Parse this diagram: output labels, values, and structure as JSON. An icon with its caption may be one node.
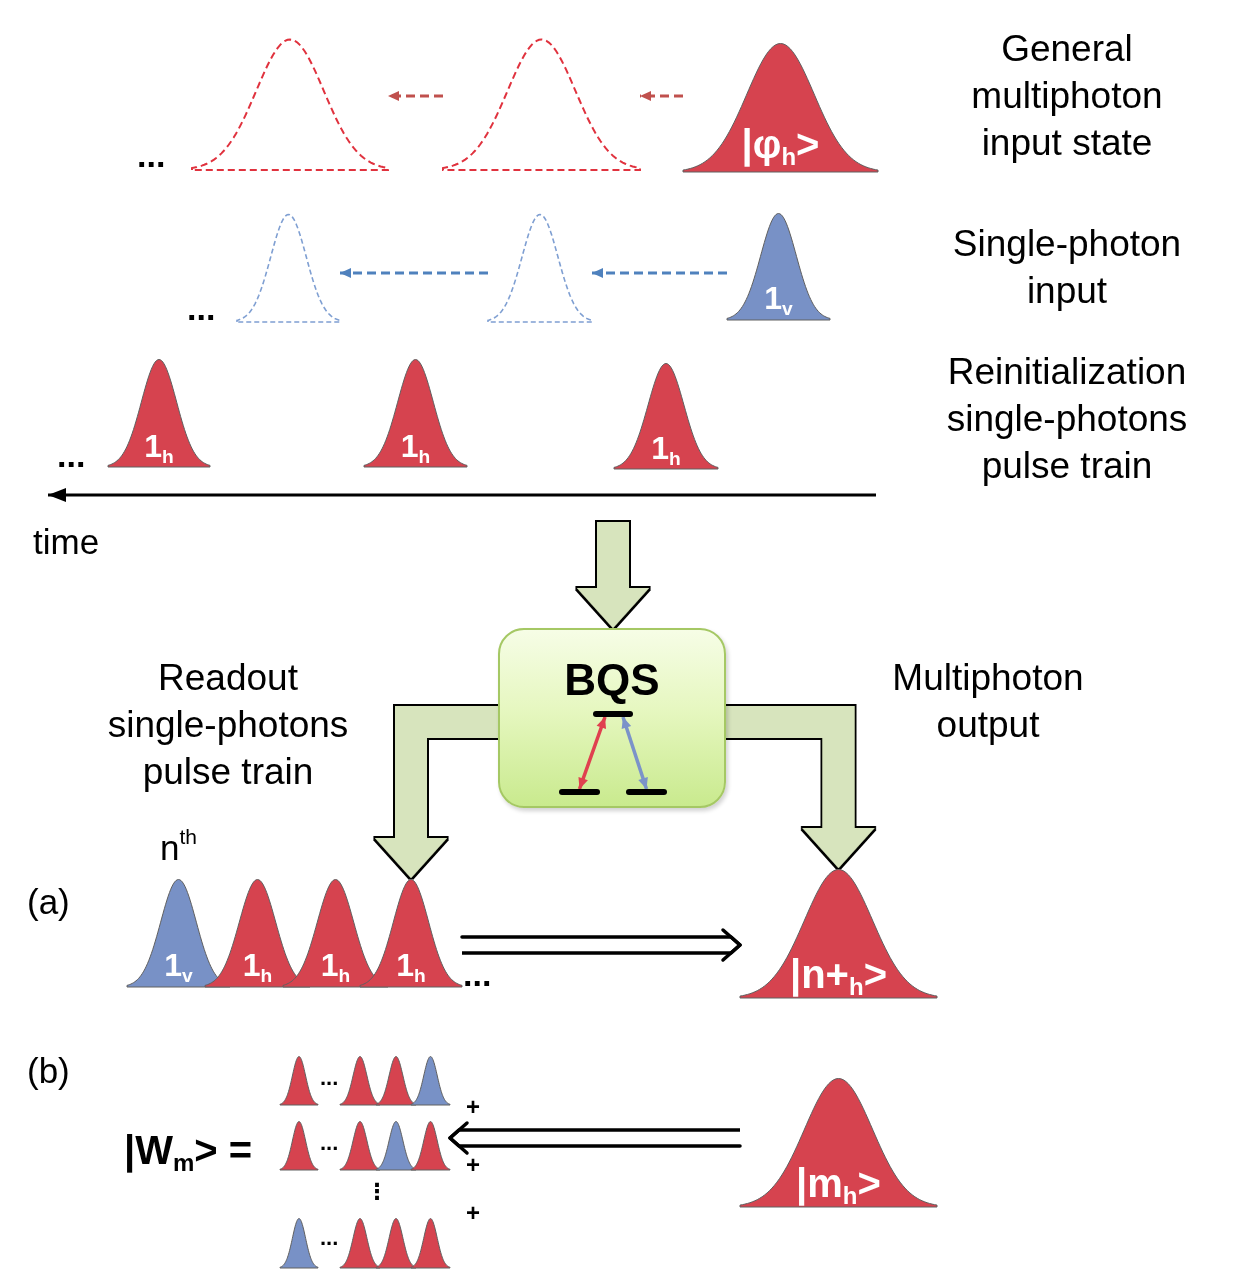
{
  "diagram": {
    "nodes": [
      {
        "text": [],
        "shape": "pulse"
      },
      {
        "text": [],
        "shape": "pulse"
      },
      {
        "text": [
          "|φ$_{h}$>"
        ]
      },
      {
        "text": [],
        "shape": "pulse"
      },
      {
        "text": [],
        "shape": "pulse"
      },
      {
        "text": [
          "1$_{v}$"
        ]
      },
      {
        "text": [
          "1$_{h}$"
        ]
      },
      {
        "text": [
          "1$_{h}$"
        ]
      },
      {
        "text": [
          "1$_{h}$"
        ]
      },
      {
        "text": [
          "BQS"
        ]
      },
      {
        "text": [],
        "shape": "bar",
        "in": 9
      },
      {
        "text": [],
        "shape": "bar",
        "in": 9
      },
      {
        "text": [],
        "shape": "bar",
        "in": 9
      },
      {
        "text": [
          "1$_{v}$"
        ],
        "beside": [
          "n$^{th}$"
        ]
      },
      {
        "text": [
          "1$_{h}$"
        ]
      },
      {
        "text": [
          "1$_{h}$"
        ]
      },
      {
        "text": [
          "1$_{h}$"
        ]
      },
      {
        "text": [
          "|n+$_{h}$>"
        ]
      },
      {
        "text": [],
        "shape": "pulse"
      },
      {
        "text": [],
        "shape": "pulse"
      },
      {
        "text": [],
        "shape": "pulse"
      },
      {
        "text": [],
        "shape": "pulse"
      },
      {
        "text": [],
        "shape": "pulse"
      },
      {
        "text": [],
        "shape": "pulse"
      },
      {
        "text": [],
        "shape": "pulse"
      },
      {
        "text": [],
        "shape": "pulse"
      },
      {
        "text": [],
        "shape": "pulse"
      },
      {
        "text": [],
        "shape": "pulse"
      },
      {
        "text": [],
        "shape": "pulse"
      },
      {
        "text": [],
        "shape": "pulse"
      },
      {
        "text": [
          "|m$_{h}$>"
        ]
      }
    ],
    "edges": [
      {
        "from": 2,
        "to": 1,
        "arrow": "to",
        "style": "dashed",
        "color": "#c0504d"
      },
      {
        "from": 1,
        "to": 0,
        "arrow": "to",
        "style": "dashed",
        "color": "#c0504d"
      },
      {
        "from": 5,
        "to": 4,
        "arrow": "to",
        "style": "dashed",
        "color": "#4f81bd"
      },
      {
        "from": 4,
        "to": 3,
        "arrow": "to",
        "style": "dashed",
        "color": "#4f81bd"
      },
      {
        "from": null,
        "to": 9,
        "arrow": "to",
        "style": "thick",
        "color": "#d7e4bd"
      },
      {
        "from": 9,
        "to": 16,
        "arrow": "to",
        "style": "thick",
        "color": "#d7e4bd"
      },
      {
        "from": 9,
        "to": 17,
        "arrow": "to",
        "style": "thick",
        "color": "#d7e4bd"
      },
      {
        "from": 11,
        "to": 10,
        "arrow": "both",
        "color": "#e0404f"
      },
      {
        "from": 10,
        "to": 12,
        "arrow": "both",
        "color": "#7b93c9"
      },
      {
        "from": 16,
        "to": 17,
        "arrow": "to",
        "color": "#000000"
      },
      {
        "from": 30,
        "to": 25,
        "arrow": "to",
        "color": "#000000"
      }
    ],
    "labels": [
      "...",
      "General multiphoton input state",
      "Single-photon input",
      "...",
      "Reinitialization single-photons pulse train",
      "...",
      "time",
      "Readout single-photons pulse train",
      "Multiphoton output",
      "(a)",
      "...",
      "(b)",
      "...",
      "+",
      "|W$_{m}$> =",
      "...",
      "+",
      "⋮",
      "+",
      "..."
    ]
  }
}
